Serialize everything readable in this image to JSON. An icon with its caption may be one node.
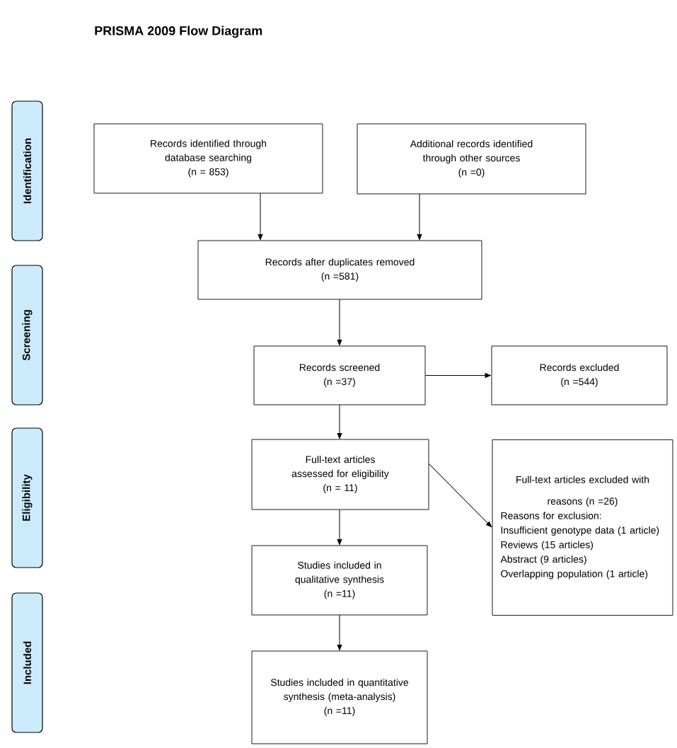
{
  "diagram": {
    "title": "PRISMA 2009 Flow Diagram",
    "nodes": [
      {
        "text": [
          "Identification"
        ]
      },
      {
        "text": [
          "Screening"
        ]
      },
      {
        "text": [
          "Eligibility"
        ]
      },
      {
        "text": [
          "Included"
        ]
      },
      {
        "text": [
          "Records identified through database searching",
          "(n = 853)"
        ]
      },
      {
        "text": [
          "Additional records identified through other sources",
          "(n =0)"
        ]
      },
      {
        "text": [
          "Records after duplicates removed",
          "(n =581)"
        ]
      },
      {
        "text": [
          "Records screened",
          "(n =37)"
        ]
      },
      {
        "text": [
          "Records excluded",
          "(n =544)"
        ]
      },
      {
        "text": [
          "Full-text articles assessed for eligibility",
          "(n = 11)"
        ]
      },
      {
        "text": [
          "Full-text articles excluded with reasons (n =26)",
          "Reasons for exclusion:",
          "Insufficient genotype data (1 article)",
          "Reviews (15 articles)",
          "Abstract (9 articles)",
          "Overlapping population (1 article)"
        ]
      },
      {
        "text": [
          "Studies included in qualitative synthesis",
          "(n =11)"
        ]
      },
      {
        "text": [
          "Studies included in quantitative synthesis (meta-analysis)",
          "(n =11)"
        ]
      }
    ],
    "edges": [
      {
        "from": 4,
        "to": 6,
        "arrow": "to"
      },
      {
        "from": 5,
        "to": 6,
        "arrow": "to"
      },
      {
        "from": 6,
        "to": 7,
        "arrow": "to"
      },
      {
        "from": 7,
        "to": 8,
        "arrow": "to"
      },
      {
        "from": 7,
        "to": 9,
        "arrow": "to"
      },
      {
        "from": 9,
        "to": 10,
        "arrow": "to"
      },
      {
        "from": 9,
        "to": 11,
        "arrow": "to"
      },
      {
        "from": 11,
        "to": 12,
        "arrow": "to"
      }
    ]
  }
}
